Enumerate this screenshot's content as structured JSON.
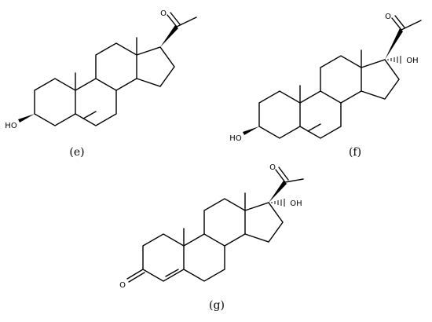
{
  "panels": {
    "e": {
      "label": "(e)",
      "atoms": {
        "o_ketone": "O",
        "hydroxyl": "HO"
      }
    },
    "f": {
      "label": "(f)",
      "atoms": {
        "o_ketone": "O",
        "hydroxyl": "HO",
        "oh17": "OH"
      }
    },
    "g": {
      "label": "(g)",
      "atoms": {
        "o_ketone": "O",
        "o3": "O",
        "oh17": "OH"
      }
    }
  }
}
